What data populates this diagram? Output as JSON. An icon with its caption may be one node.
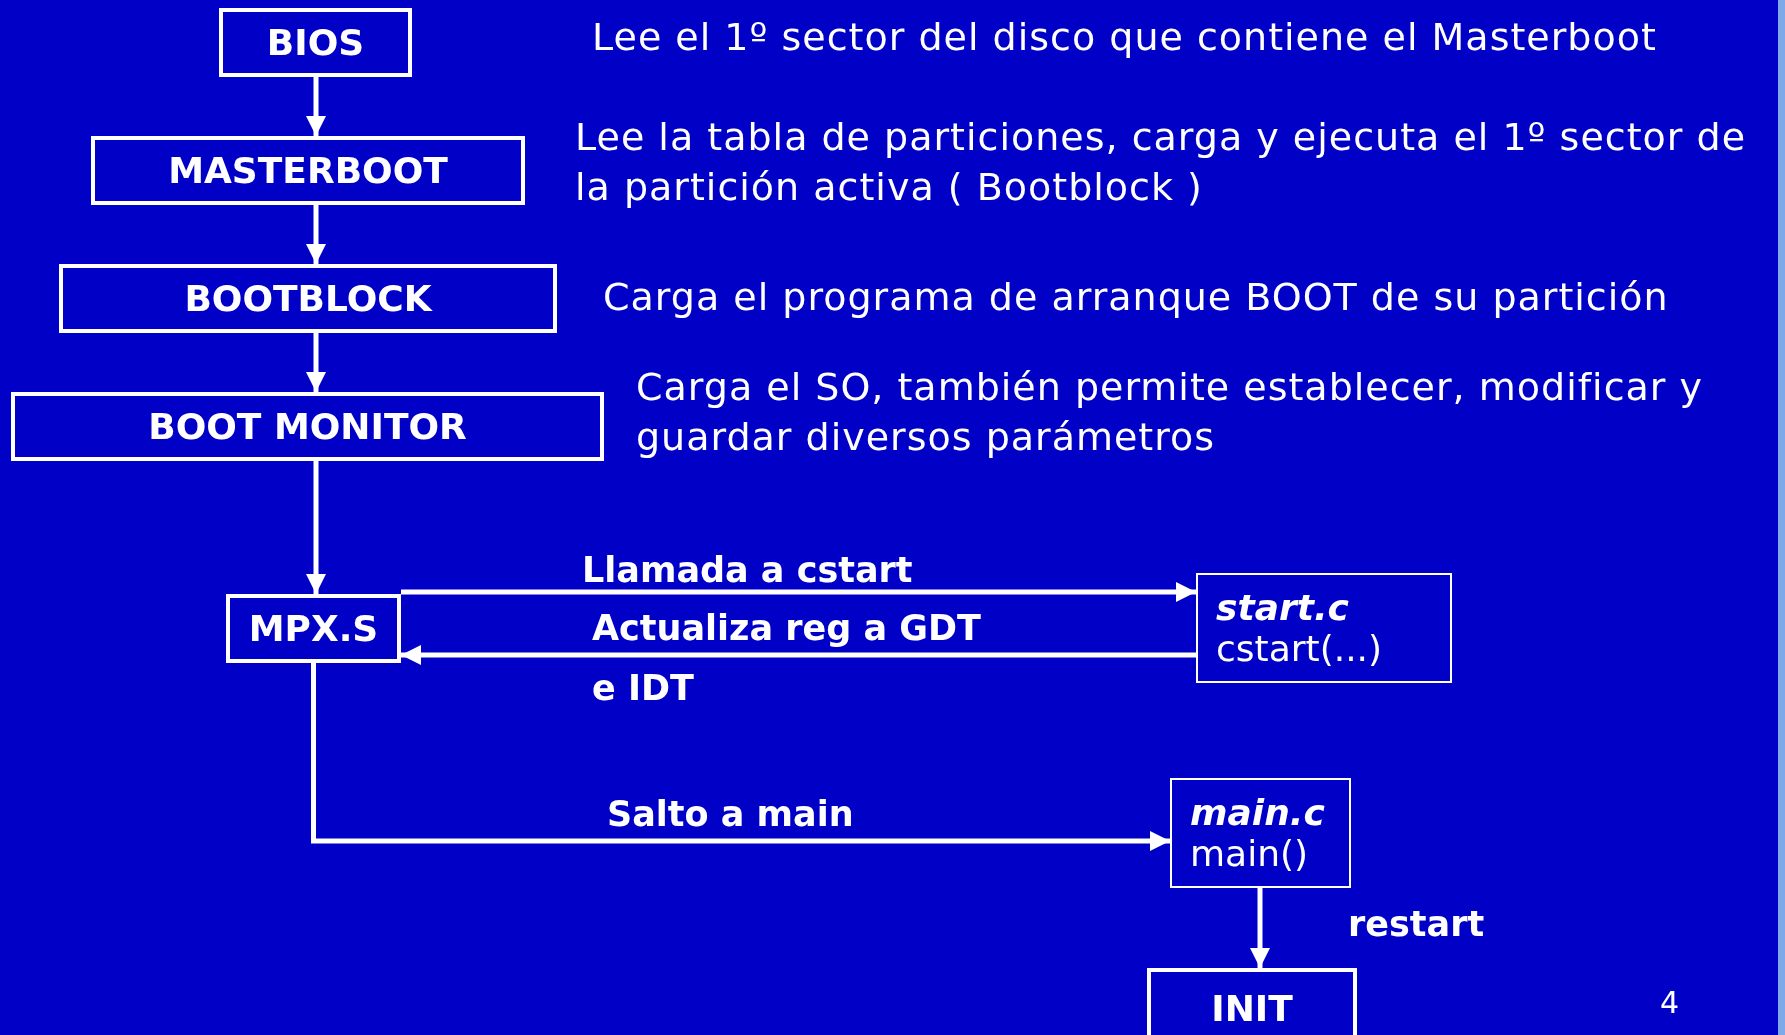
{
  "diagram": {
    "nodes": [
      {
        "text": [
          "BIOS"
        ]
      },
      {
        "text": [
          "MASTERBOOT"
        ],
        "beside": [
          "Lee la tabla de particiones, carga y ejecuta el 1º sector de la partición activa ( Bootblock )"
        ]
      },
      {
        "text": [
          "BOOTBLOCK"
        ],
        "beside": [
          "Carga el programa de arranque BOOT de su partición"
        ]
      },
      {
        "text": [
          "BOOT MONITOR"
        ],
        "beside": [
          "Carga el SO, también permite establecer, modificar y guardar diversos parámetros"
        ]
      },
      {
        "text": [
          "MPX.S"
        ]
      },
      {
        "text": [
          "start.c",
          "cstart(...)"
        ]
      },
      {
        "text": [
          "main.c",
          "main()"
        ]
      },
      {
        "text": [
          "INIT"
        ]
      }
    ],
    "edges": [
      {
        "from": 0,
        "to": 1,
        "arrow": "to"
      },
      {
        "from": 1,
        "to": 2,
        "arrow": "to"
      },
      {
        "from": 2,
        "to": 3,
        "arrow": "to"
      },
      {
        "from": 3,
        "to": 4,
        "arrow": "to"
      },
      {
        "from": 4,
        "to": 5,
        "arrow": "to",
        "label": "Llamada a cstart"
      },
      {
        "from": 5,
        "to": 4,
        "arrow": "to",
        "label": "Actualiza reg a GDT e IDT"
      },
      {
        "from": 4,
        "to": 6,
        "arrow": "to",
        "label": "Salto a main"
      },
      {
        "from": 6,
        "to": 7,
        "arrow": "to",
        "label": "restart"
      }
    ],
    "labels": [
      "Lee el 1º sector del disco que contiene el Masterboot",
      "4"
    ]
  }
}
